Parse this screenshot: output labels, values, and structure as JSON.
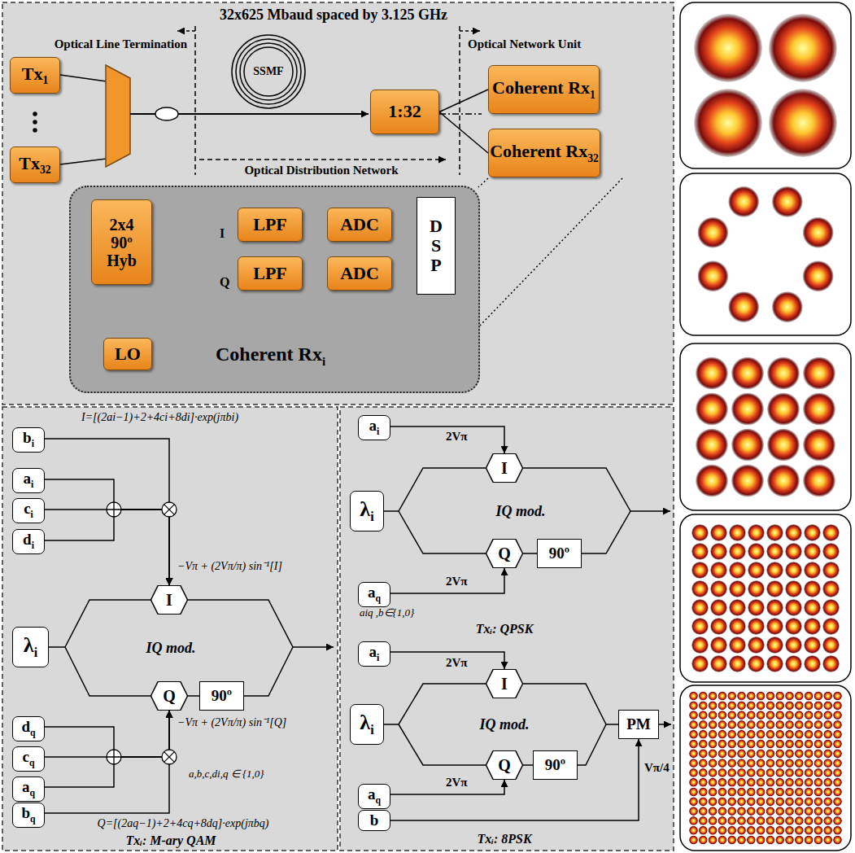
{
  "diagram": {
    "title": "32x625 Mbaud spaced by 3.125 GHz",
    "nodes": [
      {
        "text": [
          "Tx",
          "1"
        ]
      },
      {
        "text": [
          "Tx",
          "32"
        ]
      },
      {
        "text": [
          "1:32"
        ]
      },
      {
        "text": [
          "Coherent Rx",
          "1"
        ]
      },
      {
        "text": [
          "Coherent Rx",
          "32"
        ]
      },
      {
        "text": [
          "Coherent Rx",
          "i"
        ]
      },
      {
        "text": [
          "2x4 90º Hyb"
        ],
        "in": 5
      },
      {
        "text": [
          "LPF"
        ],
        "in": 5
      },
      {
        "text": [
          "ADC"
        ],
        "in": 5
      },
      {
        "text": [
          "LPF"
        ],
        "in": 5
      },
      {
        "text": [
          "ADC"
        ],
        "in": 5
      },
      {
        "text": [
          "DSP"
        ],
        "in": 5
      },
      {
        "text": [
          "LO"
        ],
        "in": 5
      },
      {
        "text": [
          "b",
          "i"
        ]
      },
      {
        "text": [
          "a",
          "i"
        ]
      },
      {
        "text": [
          "c",
          "i"
        ]
      },
      {
        "text": [
          "d",
          "i"
        ]
      },
      {
        "text": [
          "I"
        ]
      },
      {
        "text": [
          "λ",
          "i"
        ]
      },
      {
        "text": [
          "Q"
        ]
      },
      {
        "text": [
          "90º"
        ]
      },
      {
        "text": [
          "d",
          "q"
        ]
      },
      {
        "text": [
          "c",
          "q"
        ]
      },
      {
        "text": [
          "a",
          "q"
        ]
      },
      {
        "text": [
          "b",
          "q"
        ]
      },
      {
        "text": [
          "a",
          "i"
        ]
      },
      {
        "text": [
          "I"
        ]
      },
      {
        "text": [
          "λ",
          "i"
        ]
      },
      {
        "text": [
          "Q"
        ]
      },
      {
        "text": [
          "90º"
        ]
      },
      {
        "text": [
          "a",
          "q"
        ]
      },
      {
        "text": [
          "a",
          "i"
        ]
      },
      {
        "text": [
          "I"
        ]
      },
      {
        "text": [
          "λ",
          "i"
        ]
      },
      {
        "text": [
          "Q"
        ]
      },
      {
        "text": [
          "90º"
        ]
      },
      {
        "text": [
          "PM"
        ]
      },
      {
        "text": [
          "a",
          "q"
        ]
      },
      {
        "text": [
          "b"
        ]
      }
    ],
    "edges": [
      {
        "from": 2,
        "to": 3,
        "arrow": "none"
      },
      {
        "from": 2,
        "to": 4,
        "arrow": "none"
      },
      {
        "from": 12,
        "to": 6,
        "arrow": "to"
      },
      {
        "from": 7,
        "to": 8,
        "arrow": "to"
      },
      {
        "from": 8,
        "to": 11,
        "arrow": "to"
      },
      {
        "from": 9,
        "to": 10,
        "arrow": "to"
      },
      {
        "from": 10,
        "to": 11,
        "arrow": "to"
      },
      {
        "from": 13,
        "to": 17,
        "arrow": "to"
      },
      {
        "from": 14,
        "to": 17,
        "arrow": "to"
      },
      {
        "from": 15,
        "to": 17,
        "arrow": "to"
      },
      {
        "from": 16,
        "to": 17,
        "arrow": "to"
      },
      {
        "from": 21,
        "to": 19,
        "arrow": "to"
      },
      {
        "from": 22,
        "to": 19,
        "arrow": "to"
      },
      {
        "from": 23,
        "to": 19,
        "arrow": "to"
      },
      {
        "from": 24,
        "to": 19,
        "arrow": "to"
      },
      {
        "from": 25,
        "to": 26,
        "arrow": "to",
        "label": "2Vπ"
      },
      {
        "from": 30,
        "to": 28,
        "arrow": "to",
        "label": "2Vπ"
      },
      {
        "from": 31,
        "to": 32,
        "arrow": "to",
        "label": "2Vπ"
      },
      {
        "from": 37,
        "to": 34,
        "arrow": "to",
        "label": "2Vπ"
      },
      {
        "from": 38,
        "to": 36,
        "arrow": "to",
        "label": "Vπ/4"
      }
    ],
    "labels": [
      "Optical Line Termination",
      "Optical Network Unit",
      "SSMF",
      "Optical Distribution Network",
      "I",
      "Q",
      "I=[(2ai−1)+2+4ci+8di]·exp(jπbi)",
      "−Vπ + (2Vπ/π) sin⁻¹[I]",
      "IQ mod.",
      "−Vπ + (2Vπ/π) sin⁻¹[Q]",
      "a,b,c,di,q ∈ {1,0}",
      "Q=[(2aq−1)+2+4cq+8dq]·exp(jπbq)",
      "Txᵢ: M-ary QAM",
      "IQ mod.",
      "aiq ,b∈{1,0}",
      "Txᵢ: QPSK",
      "IQ mod.",
      "Txᵢ: 8PSK"
    ]
  }
}
